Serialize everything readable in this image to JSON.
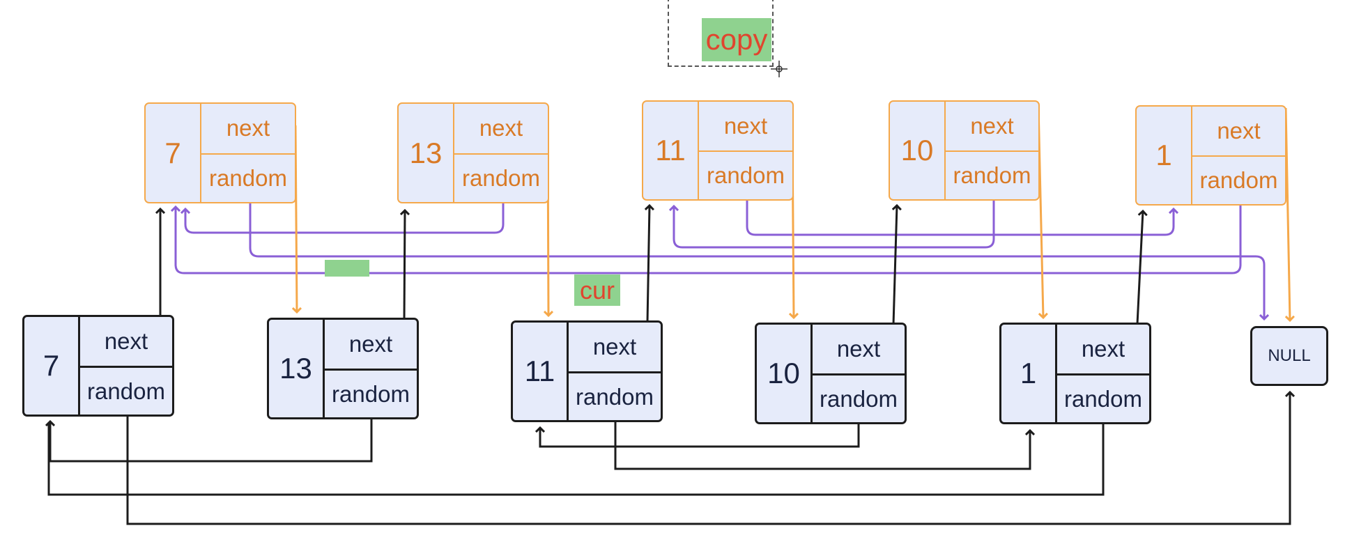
{
  "labels": {
    "copy": "copy",
    "cur": "cur",
    "null": "NULL"
  },
  "field_labels": {
    "next": "next",
    "random": "random"
  },
  "original_nodes": [
    {
      "val": "7",
      "next": "next",
      "random": "random"
    },
    {
      "val": "13",
      "next": "next",
      "random": "random"
    },
    {
      "val": "11",
      "next": "next",
      "random": "random"
    },
    {
      "val": "10",
      "next": "next",
      "random": "random"
    },
    {
      "val": "1",
      "next": "next",
      "random": "random"
    }
  ],
  "copy_nodes": [
    {
      "val": "7",
      "next": "next",
      "random": "random"
    },
    {
      "val": "13",
      "next": "next",
      "random": "random"
    },
    {
      "val": "11",
      "next": "next",
      "random": "random"
    },
    {
      "val": "10",
      "next": "next",
      "random": "random"
    },
    {
      "val": "1",
      "next": "next",
      "random": "random"
    }
  ],
  "colors": {
    "original_border": "#1c1c1c",
    "copy_border": "#f5a84a",
    "copy_text": "#d97a26",
    "node_fill": "#e6ebfa",
    "random_copy_link": "#8a5fd6",
    "tag_fill": "#8fd28f",
    "tag_text": "#e0452e"
  }
}
